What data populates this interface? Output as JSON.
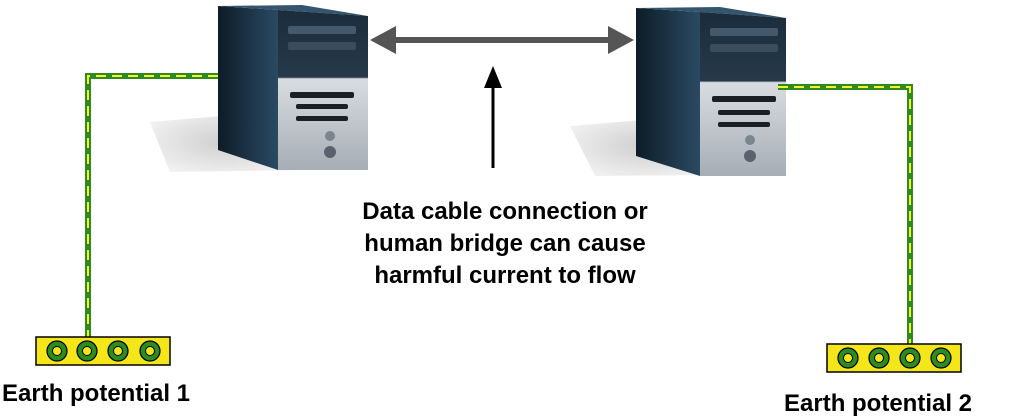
{
  "caption": {
    "line1": "Data cable connection or",
    "line2": "human bridge can cause",
    "line3": "harmful current to flow"
  },
  "earth_left": {
    "label": "Earth potential 1"
  },
  "earth_right": {
    "label": "Earth potential 2"
  },
  "colors": {
    "ground_wire_green": "#2e8b1e",
    "ground_wire_yellow": "#f2f230",
    "terminal_fill": "#f5e61a",
    "connector_arrow": "#555555",
    "tower_dark": "#152a3a",
    "tower_front": "#c8ccd1",
    "shadow": "#d4d4d4"
  },
  "icons": [
    "server-tower-icon",
    "double-arrow-icon",
    "up-arrow-icon",
    "earth-terminal-icon"
  ]
}
